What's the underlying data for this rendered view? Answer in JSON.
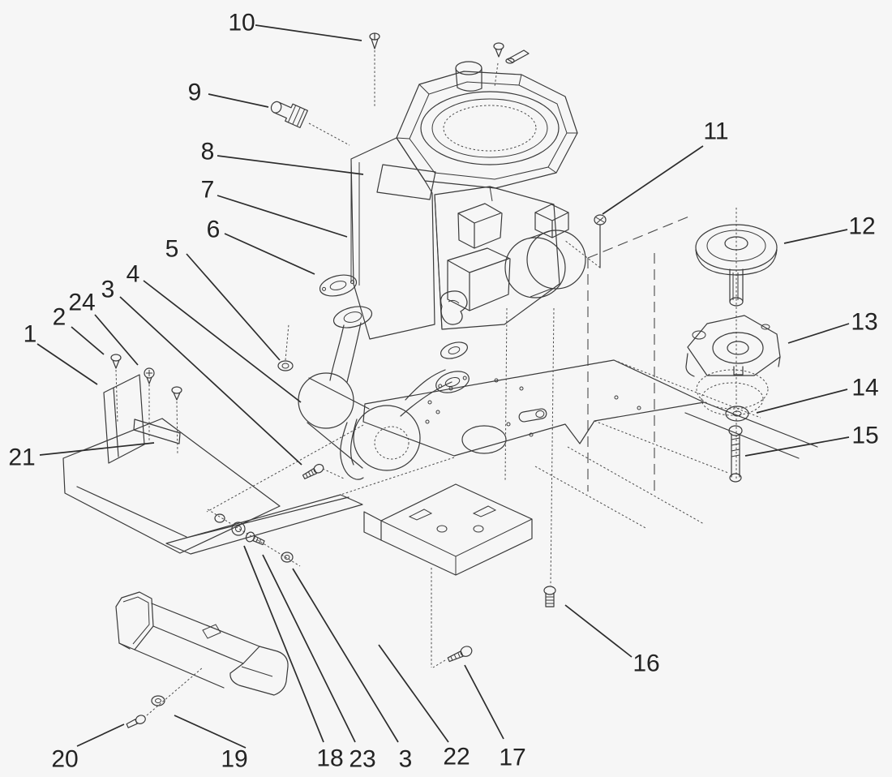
{
  "figure": {
    "kind": "exploded-parts-diagram",
    "background_color": "#f6f6f6",
    "line_color": "#3a3a3a",
    "label_color": "#232323",
    "label_font_size": 30
  },
  "callouts": [
    {
      "text": "10",
      "label": [
        298,
        28
      ],
      "leader": [
        [
          315,
          31
        ],
        [
          446,
          50
        ]
      ]
    },
    {
      "text": "9",
      "label": [
        240,
        114
      ],
      "leader": [
        [
          257,
          116
        ],
        [
          331,
          132
        ]
      ]
    },
    {
      "text": "8",
      "label": [
        256,
        187
      ],
      "leader": [
        [
          268,
          192
        ],
        [
          448,
          215
        ]
      ]
    },
    {
      "text": "7",
      "label": [
        256,
        234
      ],
      "leader": [
        [
          268,
          241
        ],
        [
          428,
          292
        ]
      ]
    },
    {
      "text": "6",
      "label": [
        263,
        283
      ],
      "leader": [
        [
          277,
          288
        ],
        [
          388,
          338
        ]
      ]
    },
    {
      "text": "5",
      "label": [
        212,
        307
      ],
      "leader": [
        [
          230,
          313
        ],
        [
          345,
          444
        ]
      ]
    },
    {
      "text": "4",
      "label": [
        164,
        338
      ],
      "leader": [
        [
          177,
          346
        ],
        [
          371,
          496
        ]
      ]
    },
    {
      "text": "3",
      "label": [
        133,
        357
      ],
      "leader": [
        [
          148,
          366
        ],
        [
          372,
          573
        ]
      ]
    },
    {
      "text": "24",
      "label": [
        101,
        373
      ],
      "leader": [
        [
          117,
          388
        ],
        [
          170,
          450
        ]
      ]
    },
    {
      "text": "2",
      "label": [
        73,
        391
      ],
      "leader": [
        [
          88,
          403
        ],
        [
          128,
          437
        ]
      ]
    },
    {
      "text": "1",
      "label": [
        37,
        412
      ],
      "leader": [
        [
          46,
          424
        ],
        [
          120,
          474
        ]
      ]
    },
    {
      "text": "21",
      "label": [
        27,
        564
      ],
      "leader": [
        [
          49,
          561
        ],
        [
          190,
          546
        ]
      ]
    },
    {
      "text": "11",
      "label": [
        883,
        162
      ],
      "leader": [
        [
          867,
          180
        ],
        [
          743,
          264
        ]
      ]
    },
    {
      "text": "12",
      "label": [
        1063,
        279
      ],
      "leader": [
        [
          1045,
          283
        ],
        [
          967,
          300
        ]
      ]
    },
    {
      "text": "13",
      "label": [
        1066,
        397
      ],
      "leader": [
        [
          1047,
          399
        ],
        [
          972,
          423
        ]
      ]
    },
    {
      "text": "14",
      "label": [
        1067,
        478
      ],
      "leader": [
        [
          1045,
          480
        ],
        [
          933,
          509
        ]
      ]
    },
    {
      "text": "15",
      "label": [
        1067,
        537
      ],
      "leader": [
        [
          1047,
          539
        ],
        [
          919,
          562
        ]
      ]
    },
    {
      "text": "16",
      "label": [
        797,
        818
      ],
      "leader": [
        [
          779,
          810
        ],
        [
          697,
          746
        ]
      ]
    },
    {
      "text": "20",
      "label": [
        80,
        936
      ],
      "leader": [
        [
          95,
          920
        ],
        [
          153,
          893
        ]
      ]
    },
    {
      "text": "19",
      "label": [
        289,
        936
      ],
      "leader": [
        [
          303,
          922
        ],
        [
          215,
          882
        ]
      ]
    },
    {
      "text": "18",
      "label": [
        407,
        935
      ],
      "leader": [
        [
          399,
          915
        ],
        [
          301,
          673
        ]
      ]
    },
    {
      "text": "23",
      "label": [
        447,
        936
      ],
      "leader": [
        [
          438,
          915
        ],
        [
          324,
          684
        ]
      ]
    },
    {
      "text": "3",
      "label": [
        500,
        936
      ],
      "leader": [
        [
          491,
          915
        ],
        [
          361,
          701
        ]
      ]
    },
    {
      "text": "22",
      "label": [
        563,
        933
      ],
      "leader": [
        [
          553,
          915
        ],
        [
          467,
          795
        ]
      ]
    },
    {
      "text": "17",
      "label": [
        632,
        934
      ],
      "leader": [
        [
          621,
          911
        ],
        [
          573,
          820
        ]
      ]
    }
  ]
}
